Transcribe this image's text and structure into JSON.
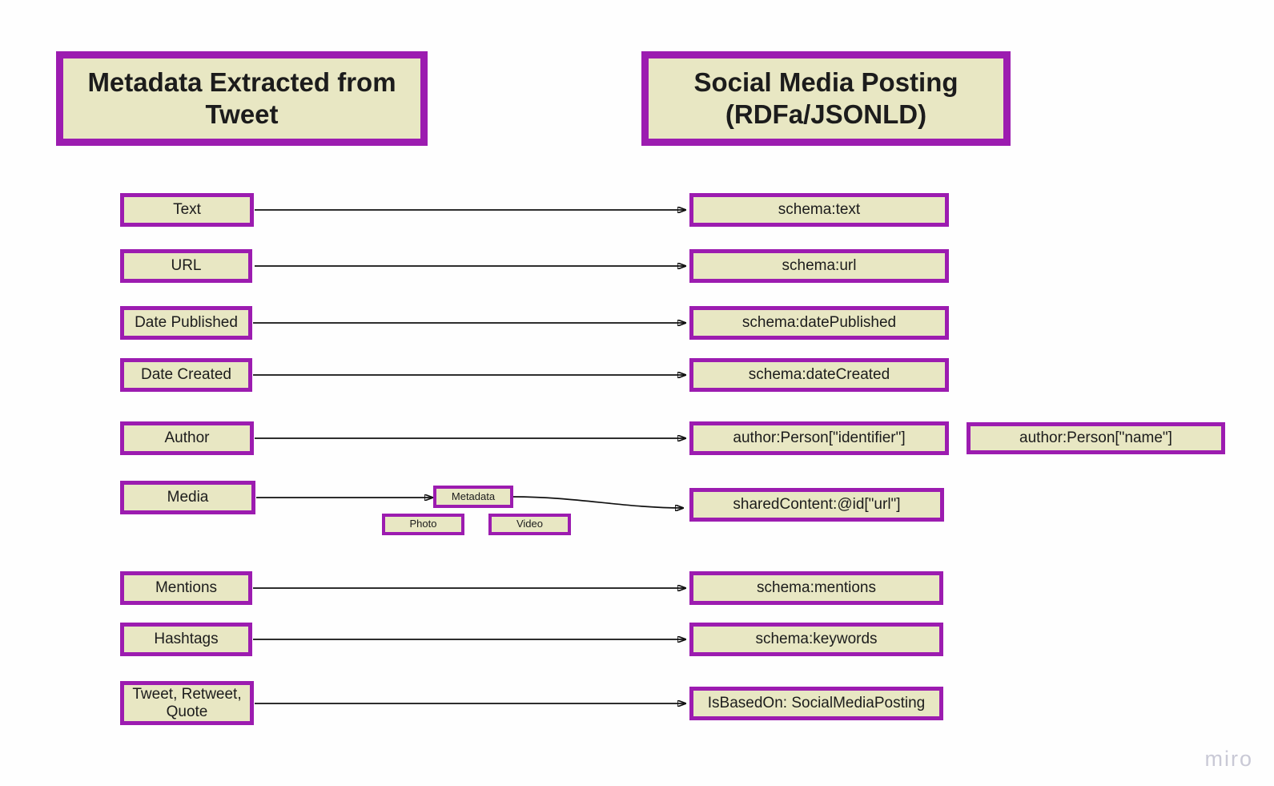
{
  "background_color": "#fefefe",
  "accent_color": "#9c1cb0",
  "node_fill_color": "#e8e7c3",
  "text_color": "#1c1c1c",
  "headers": {
    "left": "Metadata Extracted from Tweet",
    "right": "Social Media Posting (RDFa/JSONLD)"
  },
  "left_nodes": [
    {
      "id": "text",
      "label": "Text"
    },
    {
      "id": "url",
      "label": "URL"
    },
    {
      "id": "datepub",
      "label": "Date Published"
    },
    {
      "id": "datecre",
      "label": "Date Created"
    },
    {
      "id": "author",
      "label": "Author"
    },
    {
      "id": "media",
      "label": "Media"
    },
    {
      "id": "mentions",
      "label": "Mentions"
    },
    {
      "id": "hashtags",
      "label": "Hashtags"
    },
    {
      "id": "tweet",
      "label": "Tweet, Retweet, Quote"
    }
  ],
  "right_nodes": [
    {
      "id": "schema-text",
      "label": "schema:text"
    },
    {
      "id": "schema-url",
      "label": "schema:url"
    },
    {
      "id": "schema-datepub",
      "label": "schema:datePublished"
    },
    {
      "id": "schema-datecre",
      "label": "schema:dateCreated"
    },
    {
      "id": "author-id",
      "label": "author:Person[\"identifier\"]"
    },
    {
      "id": "author-name",
      "label": "author:Person[\"name\"]"
    },
    {
      "id": "shared-content",
      "label": "sharedContent:@id[\"url\"]"
    },
    {
      "id": "schema-mentions",
      "label": "schema:mentions"
    },
    {
      "id": "schema-keywords",
      "label": "schema:keywords"
    },
    {
      "id": "isbasedon",
      "label": "IsBasedOn: SocialMediaPosting"
    }
  ],
  "media_sub_nodes": [
    {
      "id": "metadata",
      "label": "Metadata"
    },
    {
      "id": "photo",
      "label": "Photo"
    },
    {
      "id": "video",
      "label": "Video"
    }
  ],
  "watermark": "miro"
}
